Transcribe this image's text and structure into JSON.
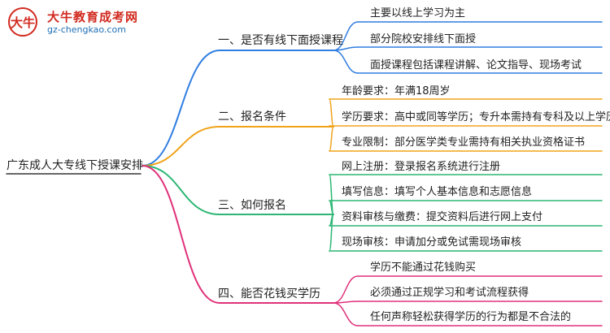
{
  "logo": {
    "site_name": "大牛教育成考网",
    "url": "gz-chengkao.com",
    "mark_text": "大牛"
  },
  "colors": {
    "branch1": "#2f7de1",
    "branch2": "#f0a31a",
    "branch3": "#2bb673",
    "branch4": "#e0317a",
    "root_line": "#333333"
  },
  "mindmap": {
    "root": "广东成人大专线下授课安排",
    "branches": [
      {
        "title": "一、是否有线下面授课程",
        "color_key": "branch1",
        "leaves": [
          "主要以线上学习为主",
          "部分院校安排线下面授",
          "面授课程包括课程讲解、论文指导、现场考试"
        ]
      },
      {
        "title": "二、报名条件",
        "color_key": "branch2",
        "leaves": [
          "年龄要求：年满18周岁",
          "学历要求：高中或同等学历；专升本需持有专科及以上学历",
          "专业限制：部分医学类专业需持有相关执业资格证书"
        ]
      },
      {
        "title": "三、如何报名",
        "color_key": "branch3",
        "leaves": [
          "网上注册：登录报名系统进行注册",
          "填写信息：填写个人基本信息和志愿信息",
          "资料审核与缴费：提交资料后进行网上支付",
          "现场审核：申请加分或免试需现场审核"
        ]
      },
      {
        "title": "四、能否花钱买学历",
        "color_key": "branch4",
        "leaves": [
          "学历不能通过花钱购买",
          "必须通过正规学习和考试流程获得",
          "任何声称轻松获得学历的行为都是不合法的"
        ]
      }
    ]
  }
}
